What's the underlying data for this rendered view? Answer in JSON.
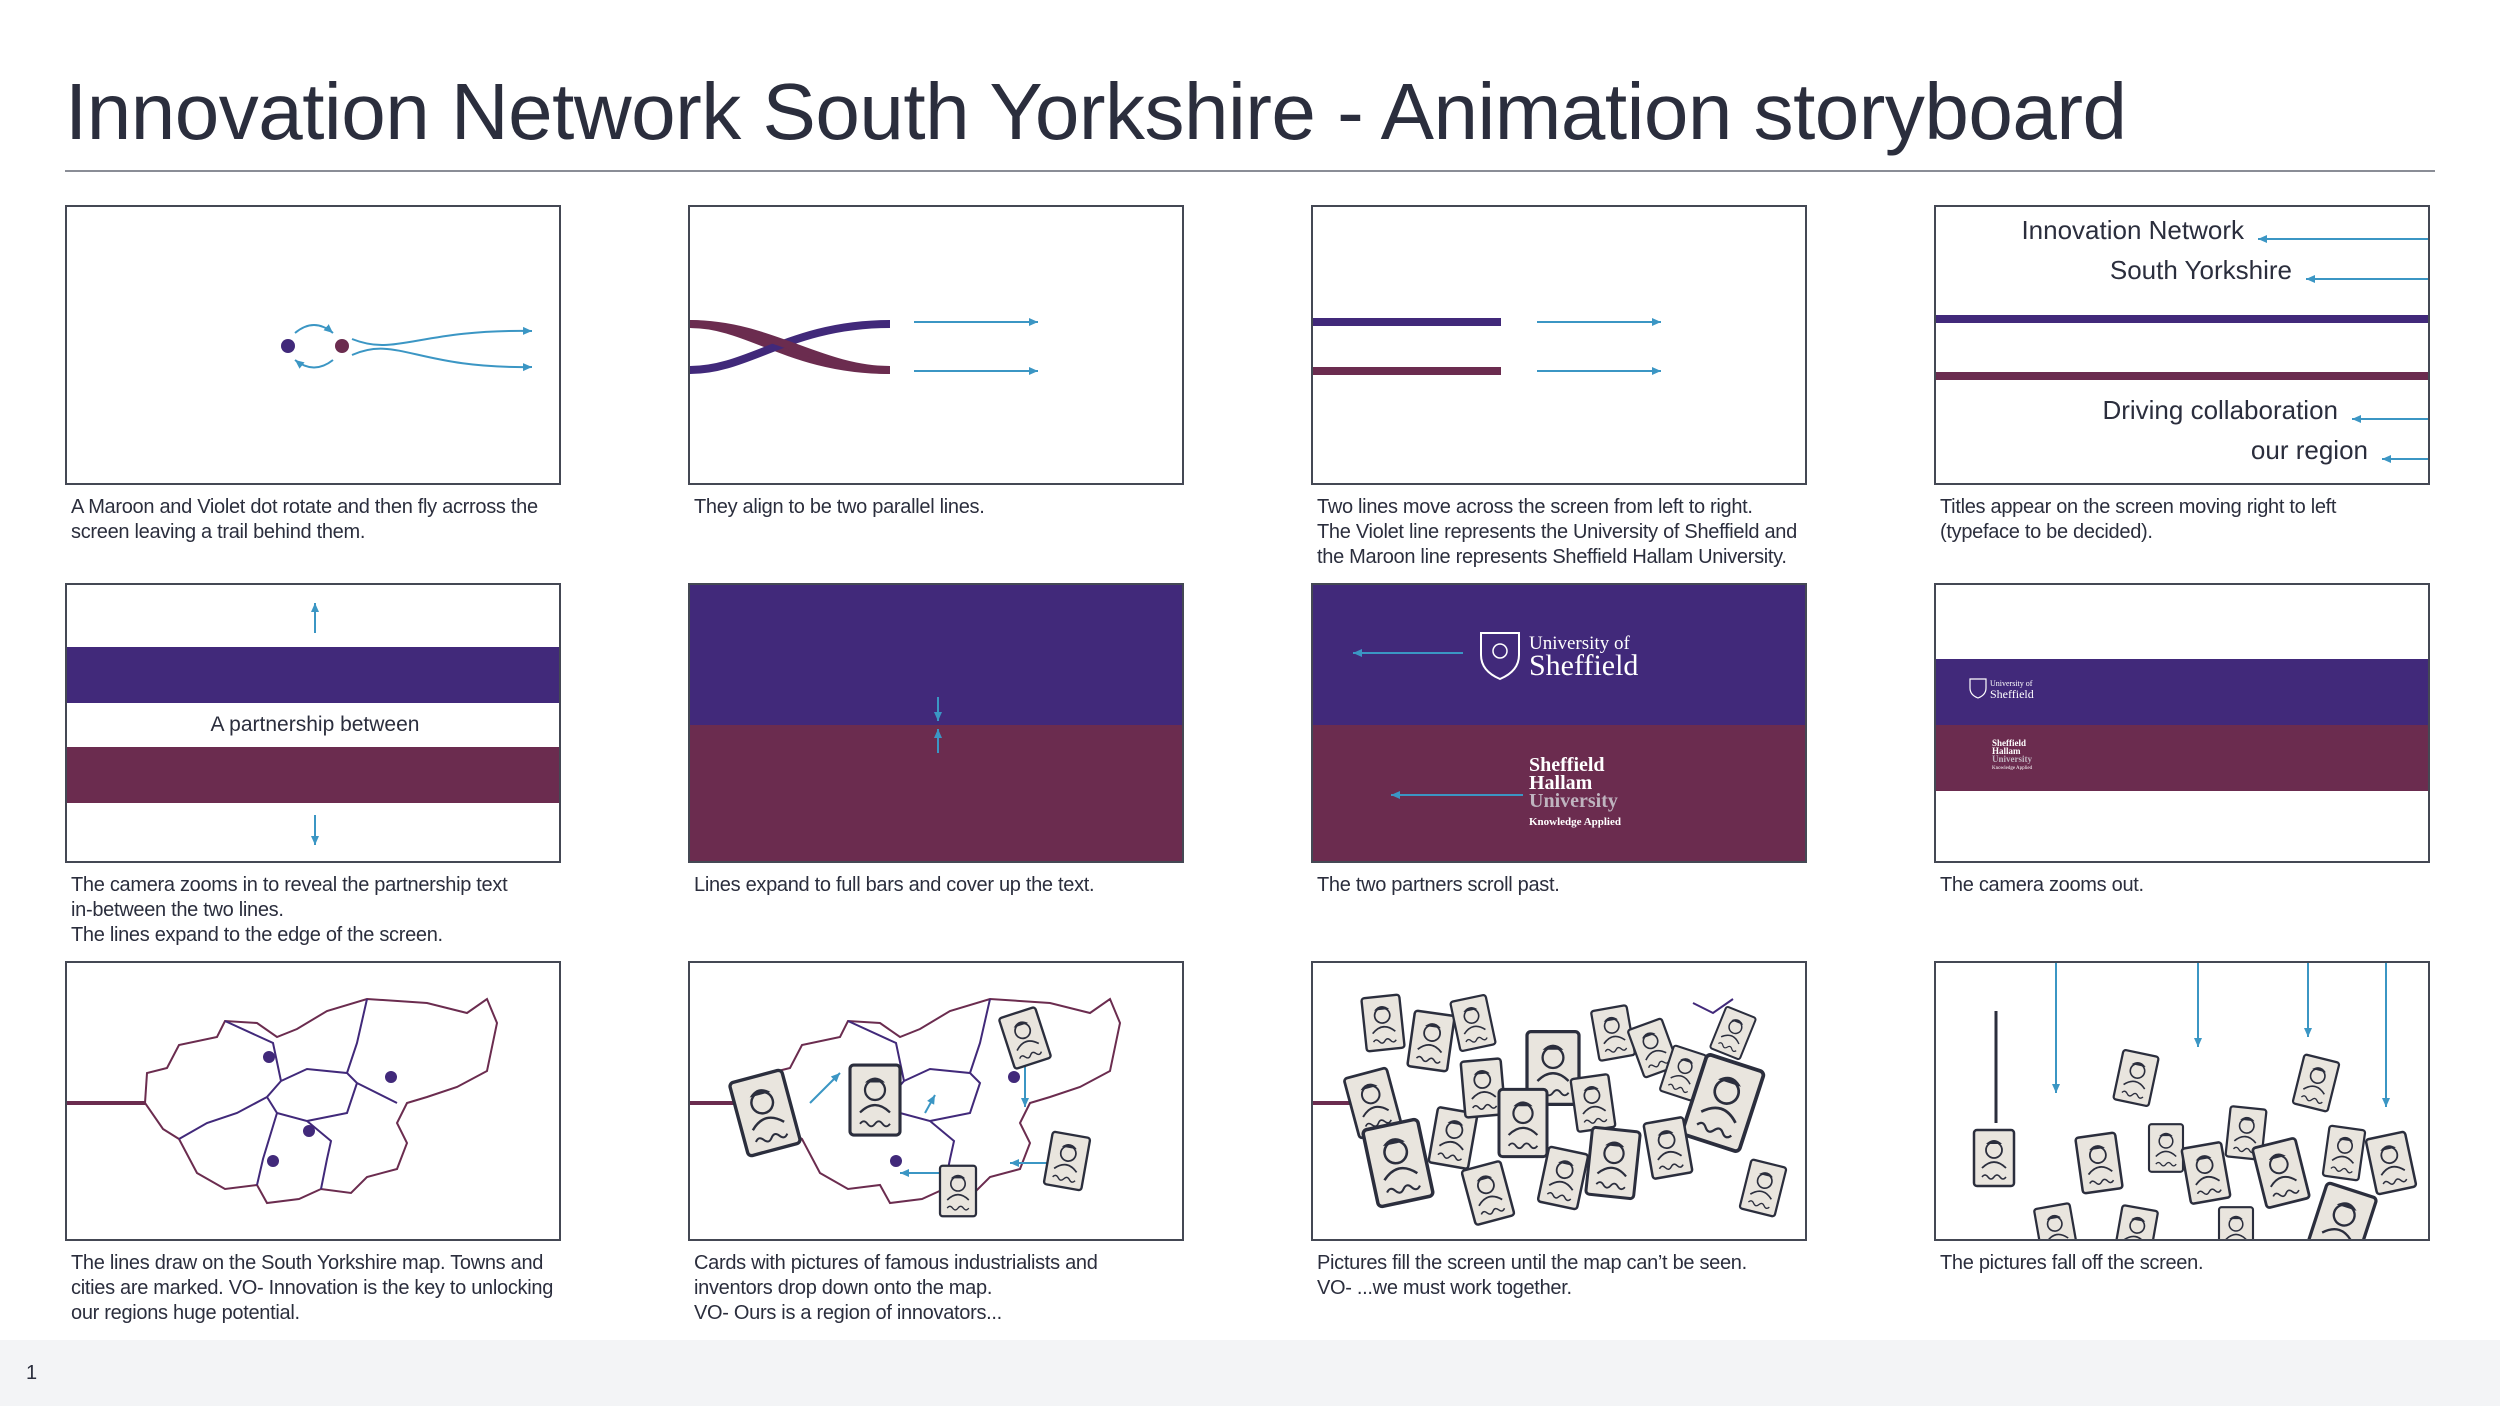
{
  "document": {
    "title": "Innovation Network South Yorkshire - Animation storyboard",
    "page_number": "1"
  },
  "colors": {
    "violet": "#41297a",
    "maroon": "#6b2c4f",
    "arrow_blue": "#3b96c4",
    "card_fill": "#e9e5de",
    "outline": "#444854"
  },
  "frames": [
    {
      "caption": "A Maroon and Violet dot rotate and then fly acrross the\nscreen leaving a trail behind them."
    },
    {
      "caption": "They align to be two parallel lines."
    },
    {
      "caption": "Two lines move across the screen from left to right.\nThe Violet line represents the University of Sheffield and\nthe Maroon line represents Sheffield Hallam University."
    },
    {
      "caption": "Titles appear on the screen moving right to left\n(typeface to be decided).",
      "title_1": "Innovation Network",
      "title_2": "South Yorkshire",
      "title_3": "Driving collaboration",
      "title_4": "our region"
    },
    {
      "caption": "The camera zooms in to reveal the partnership text\nin-between the two lines.\nThe lines expand to the edge of the screen.",
      "text": "A partnership between"
    },
    {
      "caption": "Lines expand to full bars and cover up the text."
    },
    {
      "caption": "The two partners scroll past.",
      "uos_line1": "University of",
      "uos_line2": "Sheffield",
      "shu_line1": "Sheffield",
      "shu_line2": "Hallam",
      "shu_line3": "University",
      "shu_line4": "Knowledge Applied"
    },
    {
      "caption": "The camera zooms out.",
      "uos_line1": "University of",
      "uos_line2": "Sheffield",
      "shu_line1": "Sheffield",
      "shu_line2": "Hallam",
      "shu_line3": "University",
      "shu_line4": "Knowledge Applied"
    },
    {
      "caption": "The lines draw on the South Yorkshire map. Towns and\ncities are marked. VO- Innovation is the key to unlocking\nour regions huge potential."
    },
    {
      "caption": "Cards with pictures of famous industrialists and\ninventors drop down onto the map.\nVO- Ours is a region of innovators..."
    },
    {
      "caption": "Pictures fill the screen until the map can’t be seen.\nVO- ...we must work together."
    },
    {
      "caption": "The pictures fall off the screen."
    }
  ]
}
